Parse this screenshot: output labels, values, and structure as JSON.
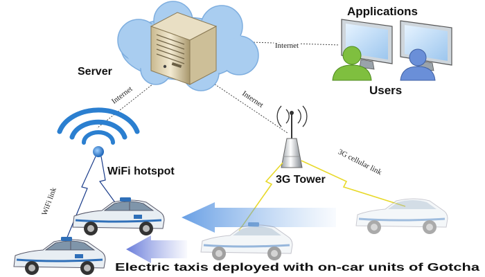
{
  "labels": {
    "server": "Server",
    "applications": "Applications",
    "users": "Users",
    "wifi_hotspot": "WiFi hotspot",
    "tower": "3G Tower",
    "caption": "Electric taxis deployed with on-car units of Gotcha"
  },
  "links": {
    "server_users": "Internet",
    "server_wifi": "Internet",
    "server_tower": "Internet",
    "wifi_link": "WiFi link",
    "cellular_link": "3G cellular link"
  },
  "icons": {
    "cloud": "cloud-icon",
    "server": "server-tower-icon",
    "monitors": "desktop-monitor-icon",
    "users": "user-avatar-icon",
    "wifi": "wifi-signal-icon",
    "tower": "cell-tower-icon",
    "taxi": "electric-taxi-icon",
    "arrow": "left-arrow-icon"
  },
  "colors": {
    "cloud": "#a9cdf0",
    "wifi": "#2b7fd0",
    "taxi_body": "#e8eef3",
    "taxi_stripe": "#2f6fb8",
    "arrow": "#7fb0ea",
    "cellular_link": "#e8d92a",
    "user_front": "#7fbf3f",
    "user_back": "#6a8fd8"
  }
}
